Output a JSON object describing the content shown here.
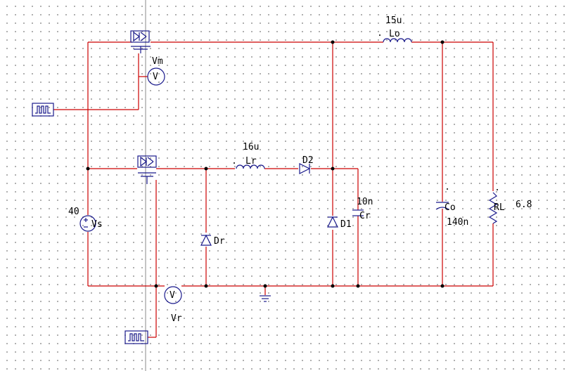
{
  "colors": {
    "wire": "#cc0000",
    "component": "#1a1a8c",
    "grid": "#9a9a9a",
    "background": "#ffffff"
  },
  "labels": {
    "Lo_value": "15u",
    "Lo_name": "Lo",
    "Vm": "Vm",
    "Lr_value": "16u",
    "Lr_name": "Lr",
    "D2": "D2",
    "Cr_value": "10n",
    "Cr_name": "Cr",
    "D1": "D1",
    "Vs_value": "40",
    "Vs_name": "Vs",
    "Dr": "Dr",
    "Co_name": "Co",
    "Co_value": "140n",
    "RL_name": "RL",
    "RL_value": "6.8",
    "Vr": "Vr",
    "voltmeter_symbol": "V"
  },
  "icons": {
    "switch": "igbt-icon",
    "gate_source": "square-wave-pulse-icon",
    "voltmeter": "voltmeter-icon",
    "inductor": "inductor-icon",
    "capacitor": "capacitor-icon",
    "diode": "diode-icon",
    "resistor": "resistor-icon",
    "dc_source": "dc-voltage-source-icon",
    "ground": "ground-icon"
  }
}
